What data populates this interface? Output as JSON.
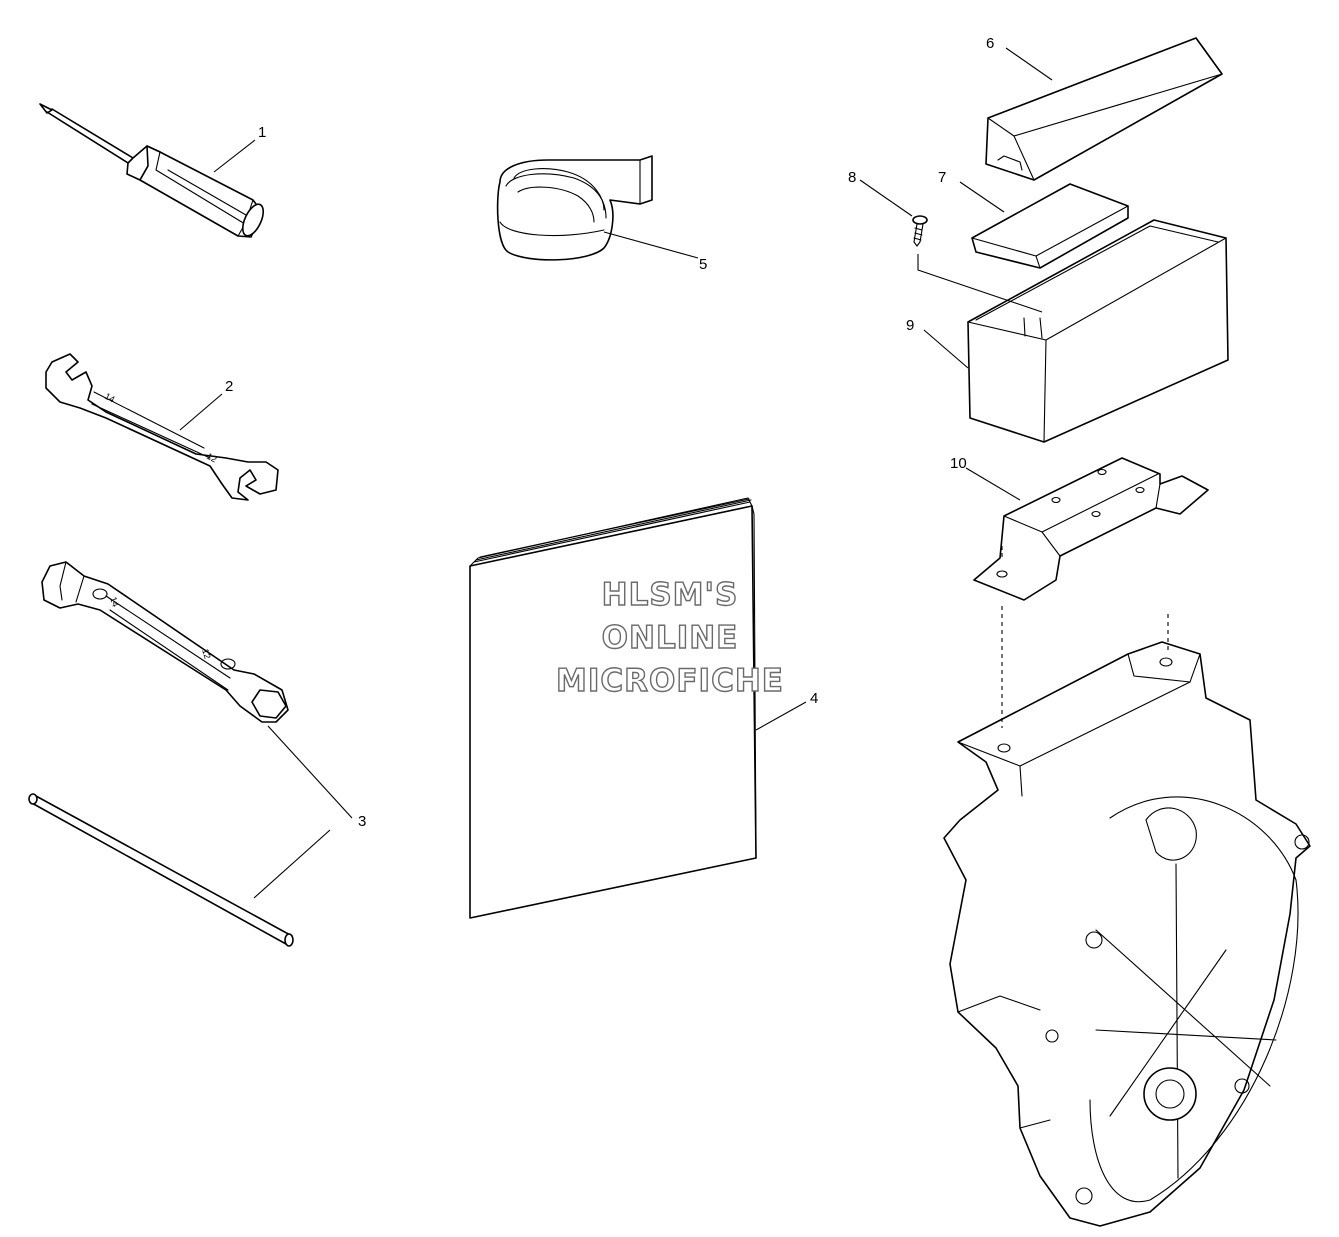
{
  "watermark": {
    "line1": "HLSM'S",
    "line2": "ONLINE",
    "line3": "MICROFICHE"
  },
  "wrench_markings": {
    "open_end": "14",
    "open_end_alt": "12",
    "box_end": "14",
    "box_end_alt": "12"
  },
  "callouts": [
    {
      "id": "1",
      "label": "1",
      "part": "screwdriver"
    },
    {
      "id": "2",
      "label": "2",
      "part": "open-end-wrench"
    },
    {
      "id": "3",
      "label": "3",
      "part": "spark-plug-wrench-and-handle"
    },
    {
      "id": "4",
      "label": "4",
      "part": "owners-manual"
    },
    {
      "id": "5",
      "label": "5",
      "part": "strap"
    },
    {
      "id": "6",
      "label": "6",
      "part": "tool-box-lid"
    },
    {
      "id": "7",
      "label": "7",
      "part": "pad"
    },
    {
      "id": "8",
      "label": "8",
      "part": "screw"
    },
    {
      "id": "9",
      "label": "9",
      "part": "tool-box"
    },
    {
      "id": "10",
      "label": "10",
      "part": "bracket"
    }
  ]
}
